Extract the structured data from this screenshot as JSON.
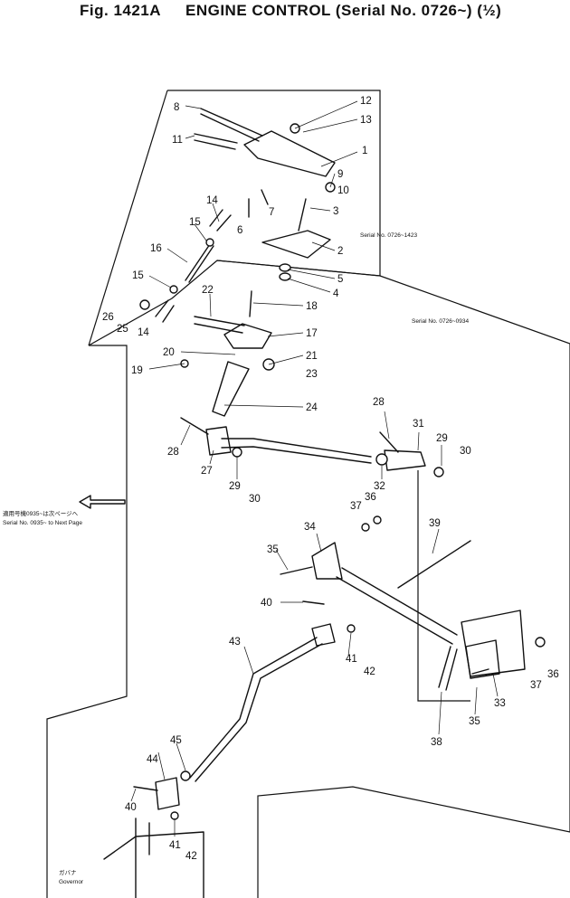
{
  "header": {
    "fig_label": "Fig. 1421A",
    "title": "ENGINE CONTROL (Serial No. 0726~) (½)"
  },
  "notes": {
    "serial_top": "Serial No. 0726~1423",
    "serial_mid": "Serial No. 0726~0934",
    "next_page_jp": "適用号機0935~は次ページへ",
    "next_page": "Serial No. 0935~ to Next Page",
    "governor_jp": "ガバナ",
    "governor": "Governor"
  },
  "callouts": [
    {
      "id": "c12a",
      "text": "12"
    },
    {
      "id": "c13a",
      "text": "13"
    },
    {
      "id": "c8",
      "text": "8"
    },
    {
      "id": "c1",
      "text": "1"
    },
    {
      "id": "c11",
      "text": "11"
    },
    {
      "id": "c9",
      "text": "9"
    },
    {
      "id": "c10",
      "text": "10"
    },
    {
      "id": "c7",
      "text": "7"
    },
    {
      "id": "c14a",
      "text": "14"
    },
    {
      "id": "c3",
      "text": "3"
    },
    {
      "id": "c6",
      "text": "6"
    },
    {
      "id": "c15a",
      "text": "15"
    },
    {
      "id": "c2",
      "text": "2"
    },
    {
      "id": "c16",
      "text": "16"
    },
    {
      "id": "c5",
      "text": "5"
    },
    {
      "id": "c4",
      "text": "4"
    },
    {
      "id": "c15b",
      "text": "15"
    },
    {
      "id": "c22",
      "text": "22"
    },
    {
      "id": "c18",
      "text": "18"
    },
    {
      "id": "c26",
      "text": "26"
    },
    {
      "id": "c25",
      "text": "25"
    },
    {
      "id": "c14b",
      "text": "14"
    },
    {
      "id": "c17",
      "text": "17"
    },
    {
      "id": "c20",
      "text": "20"
    },
    {
      "id": "c21",
      "text": "21"
    },
    {
      "id": "c19",
      "text": "19"
    },
    {
      "id": "c23",
      "text": "23"
    },
    {
      "id": "c24",
      "text": "24"
    },
    {
      "id": "c28a",
      "text": "28"
    },
    {
      "id": "c31",
      "text": "31"
    },
    {
      "id": "c29a",
      "text": "29"
    },
    {
      "id": "c30a",
      "text": "30"
    },
    {
      "id": "c28b",
      "text": "28"
    },
    {
      "id": "c27",
      "text": "27"
    },
    {
      "id": "c29b",
      "text": "29"
    },
    {
      "id": "c32",
      "text": "32"
    },
    {
      "id": "c30b",
      "text": "30"
    },
    {
      "id": "c36a",
      "text": "36"
    },
    {
      "id": "c37a",
      "text": "37"
    },
    {
      "id": "c34",
      "text": "34"
    },
    {
      "id": "c39",
      "text": "39"
    },
    {
      "id": "c35a",
      "text": "35"
    },
    {
      "id": "c40a",
      "text": "40"
    },
    {
      "id": "c41a",
      "text": "41"
    },
    {
      "id": "c42a",
      "text": "42"
    },
    {
      "id": "c43",
      "text": "43"
    },
    {
      "id": "c36b",
      "text": "36"
    },
    {
      "id": "c37b",
      "text": "37"
    },
    {
      "id": "c33",
      "text": "33"
    },
    {
      "id": "c35b",
      "text": "35"
    },
    {
      "id": "c38",
      "text": "38"
    },
    {
      "id": "c45",
      "text": "45"
    },
    {
      "id": "c44",
      "text": "44"
    },
    {
      "id": "c40b",
      "text": "40"
    },
    {
      "id": "c41b",
      "text": "41"
    },
    {
      "id": "c42b",
      "text": "42"
    }
  ]
}
